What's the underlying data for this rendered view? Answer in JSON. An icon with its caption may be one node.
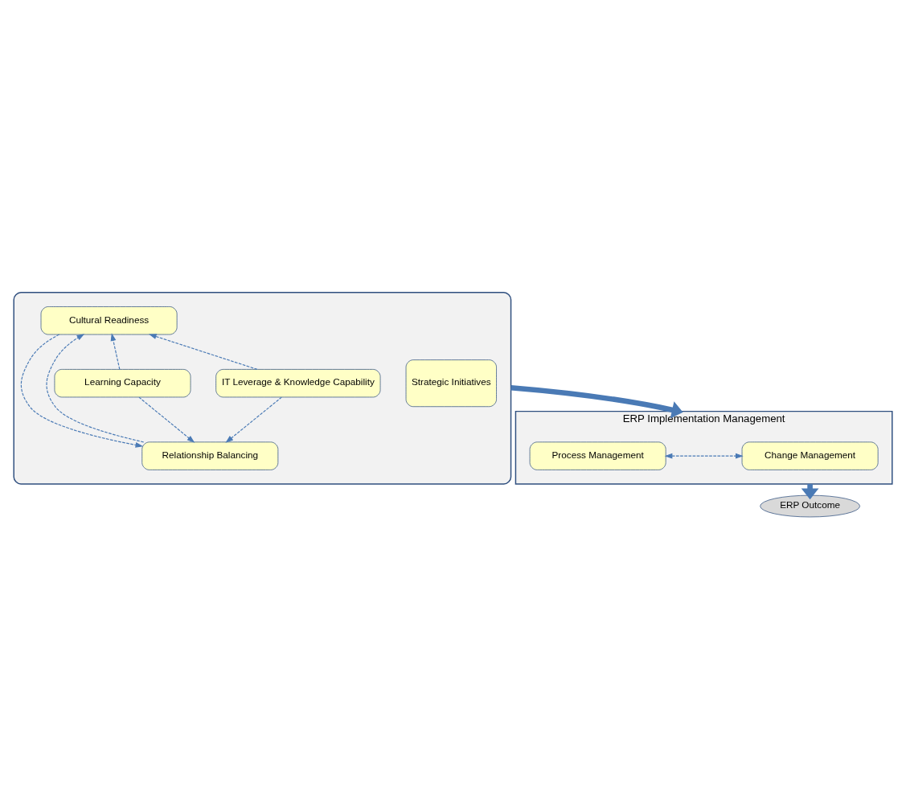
{
  "diagram": {
    "nodes": [
      {
        "text": [],
        "shape": "ellipse"
      },
      {
        "text": [
          "Cultural Readiness"
        ],
        "in": 0
      },
      {
        "text": [
          "Learning Capacity"
        ],
        "in": 0
      },
      {
        "text": [
          "Strategic Initiatives"
        ],
        "in": 0
      },
      {
        "text": [
          "IT Leverage & Knowledge Capability"
        ],
        "in": 0
      },
      {
        "text": [
          "Relationship Balancing"
        ],
        "in": 0
      },
      {
        "text": [
          "ERP Implementation Management"
        ]
      },
      {
        "text": [
          "Process Management"
        ],
        "in": 6
      },
      {
        "text": [
          "Change Management"
        ],
        "in": 6
      },
      {
        "text": [
          "ERP Outcome"
        ]
      }
    ],
    "edges": [
      {
        "from": 2,
        "to": 1,
        "arrow": "to",
        "style": "dashed"
      },
      {
        "from": 2,
        "to": 5,
        "arrow": "to",
        "style": "dashed"
      },
      {
        "from": 1,
        "to": 5,
        "arrow": "to",
        "style": "dashed"
      },
      {
        "from": 5,
        "to": 1,
        "arrow": "to",
        "style": "dashed"
      },
      {
        "from": 4,
        "to": 1,
        "arrow": "to",
        "style": "dashed"
      },
      {
        "from": 4,
        "to": 5,
        "arrow": "to",
        "style": "dashed"
      },
      {
        "from": 7,
        "to": 8,
        "arrow": "both",
        "style": "dashed"
      },
      {
        "from": 0,
        "to": 6,
        "arrow": "to",
        "style": "thick"
      },
      {
        "from": 6,
        "to": 9,
        "arrow": "to",
        "style": "thick"
      }
    ]
  }
}
